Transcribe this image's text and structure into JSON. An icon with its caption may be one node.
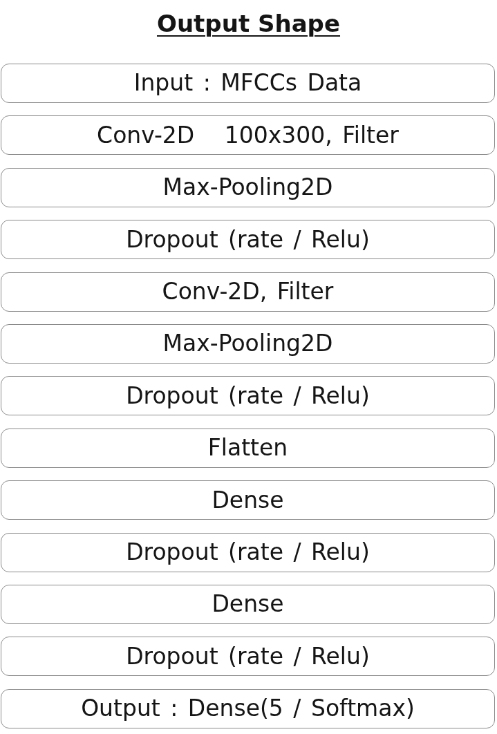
{
  "diagram": {
    "title": "Output Shape",
    "nodes": [
      {
        "text": [
          "Input : MFCCs Data"
        ]
      },
      {
        "text": [
          "Conv-2D   100x300, Filter"
        ]
      },
      {
        "text": [
          "Max-Pooling2D"
        ]
      },
      {
        "text": [
          "Dropout (rate / Relu)"
        ]
      },
      {
        "text": [
          "Conv-2D, Filter"
        ]
      },
      {
        "text": [
          "Max-Pooling2D"
        ]
      },
      {
        "text": [
          "Dropout (rate / Relu)"
        ]
      },
      {
        "text": [
          "Flatten"
        ]
      },
      {
        "text": [
          "Dense"
        ]
      },
      {
        "text": [
          "Dropout (rate / Relu)"
        ]
      },
      {
        "text": [
          "Dense"
        ]
      },
      {
        "text": [
          "Dropout (rate / Relu)"
        ]
      },
      {
        "text": [
          "Output : Dense(5 / Softmax)"
        ]
      }
    ]
  }
}
